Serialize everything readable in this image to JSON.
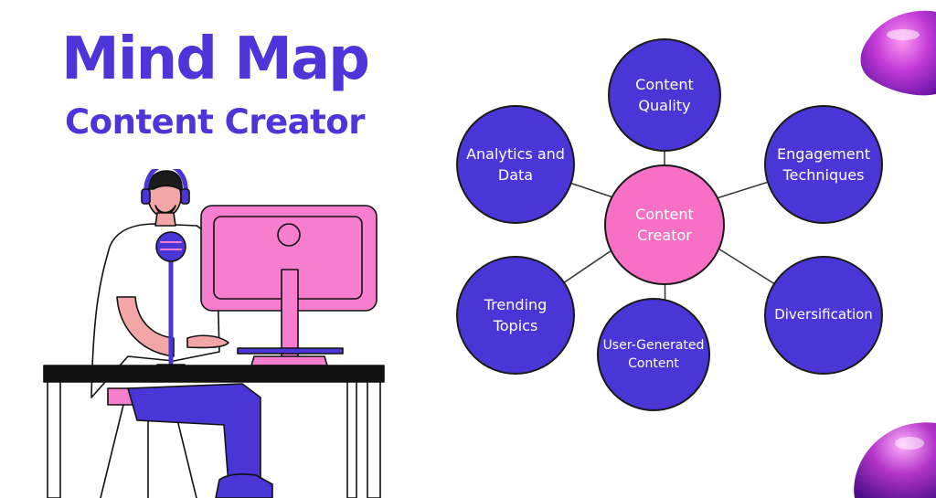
{
  "header": {
    "title": "Mind Map",
    "subtitle": "Content Creator"
  },
  "colors": {
    "title": "#4d35d9",
    "node_fill": "#4a36d6",
    "center_fill": "#f86fc6",
    "accent_pink": "#f38bd8"
  },
  "mindmap": {
    "center": [
      "Content",
      "Creator"
    ],
    "quality": [
      "Content",
      "Quality"
    ],
    "analytics": [
      "Analytics and",
      "Data"
    ],
    "engagement": [
      "Engagement",
      "Techniques"
    ],
    "trending": [
      "Trending",
      "Topics"
    ],
    "ugc": [
      "User-Generated",
      "Content"
    ],
    "diversification": [
      "Diversification"
    ]
  },
  "decorations": [
    "3d-purple-blob-top",
    "3d-purple-blob-bottom"
  ],
  "illustration": "person-at-computer-with-headset-and-microphone"
}
